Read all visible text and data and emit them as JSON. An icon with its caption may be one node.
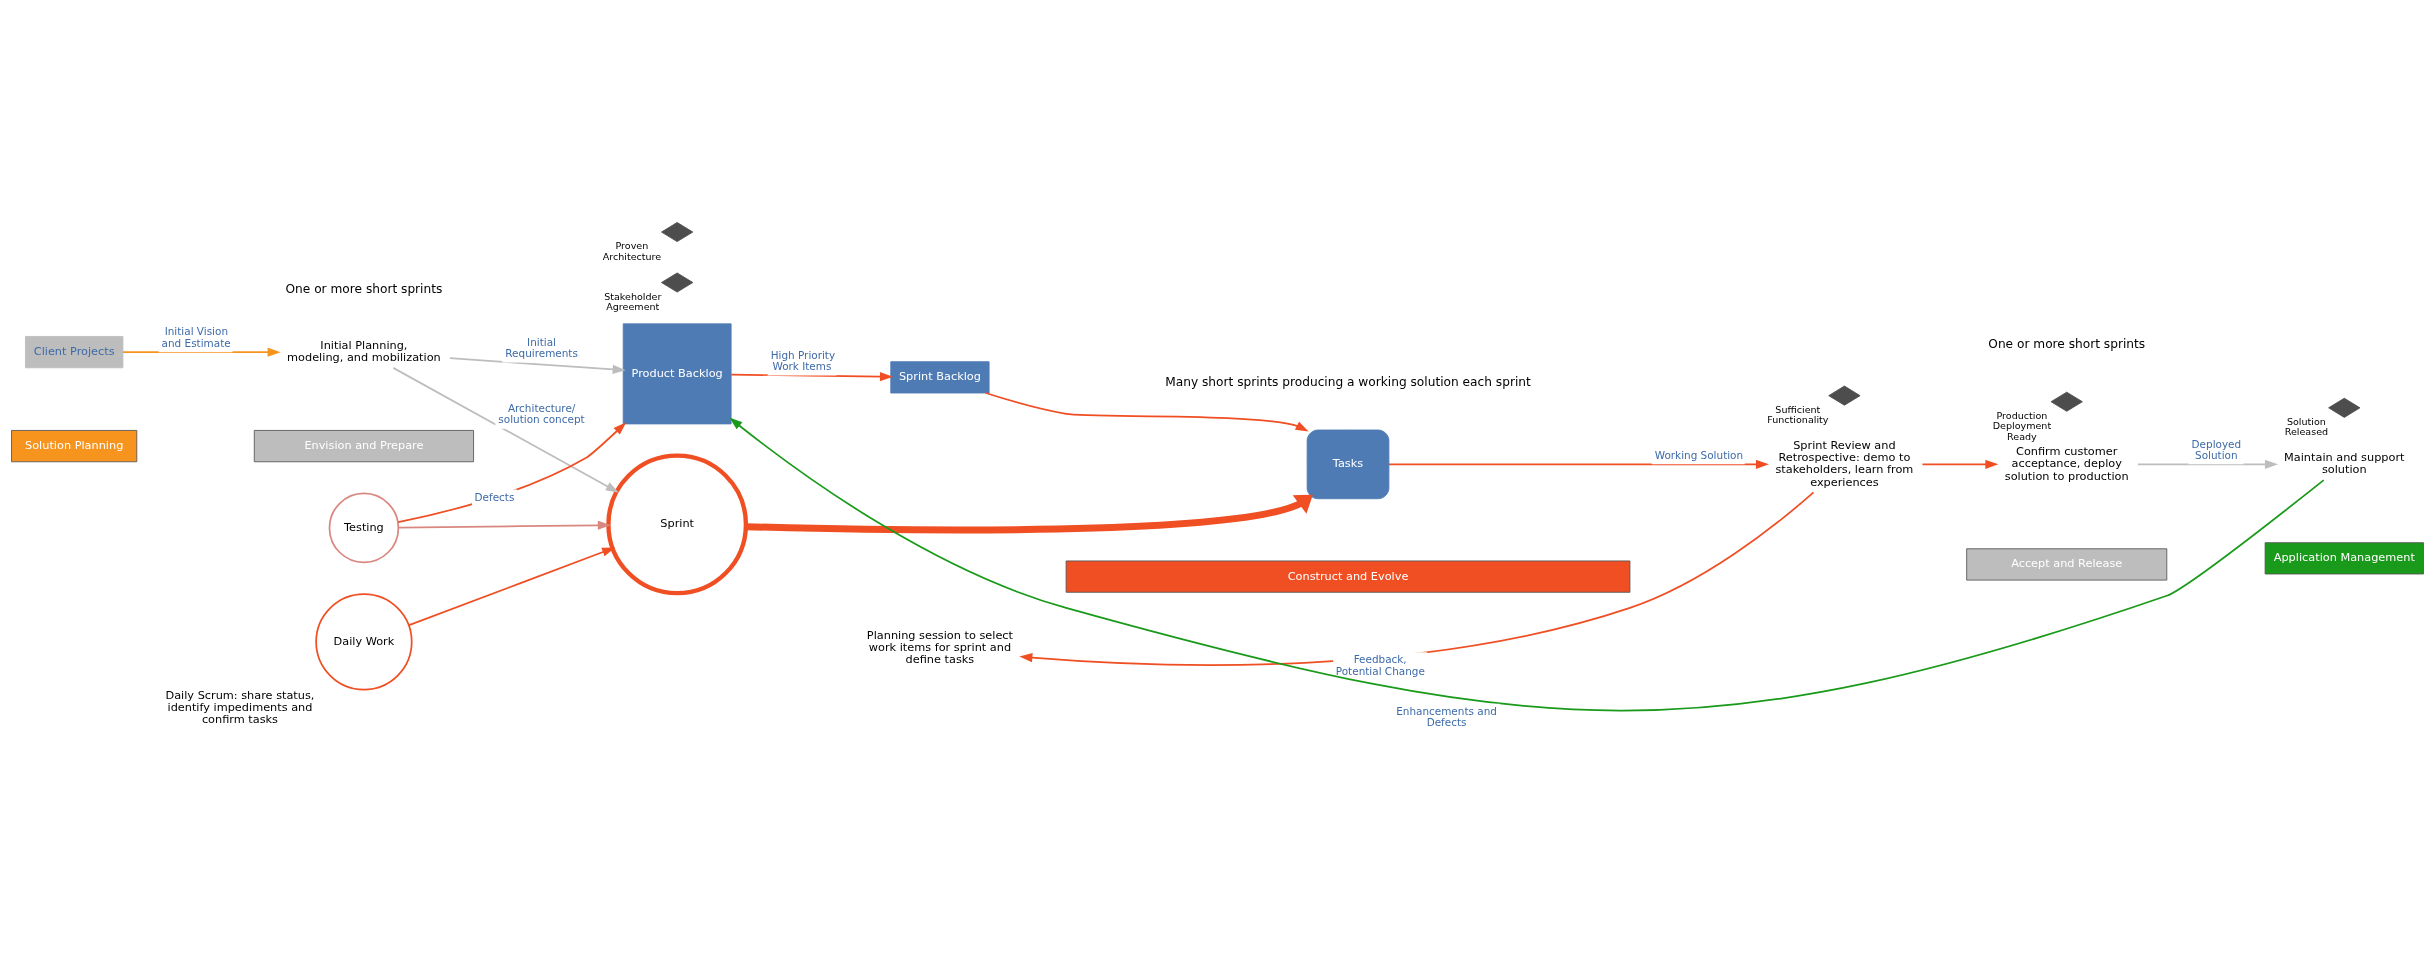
{
  "diagram": {
    "nodes": [
      {
        "text": [
          "Client Projects"
        ]
      },
      {
        "text": [
          "Initial Planning, modeling, and mobilization"
        ]
      },
      {
        "text": [
          "Product Backlog"
        ]
      },
      {
        "text": [
          "Sprint Backlog"
        ]
      },
      {
        "text": [
          "Tasks"
        ]
      },
      {
        "text": [
          "Sprint"
        ]
      },
      {
        "text": [
          "Testing"
        ]
      },
      {
        "text": [
          "Daily Work"
        ],
        "beside": [
          "Daily Scrum: share status, identify impediments and confirm tasks"
        ]
      },
      {
        "text": [
          "Sprint Review and Retrospective: demo to stakeholders, learn from experiences"
        ]
      },
      {
        "text": [
          "Planning session to select work items for sprint and define tasks"
        ]
      },
      {
        "text": [
          "Confirm customer acceptance, deploy solution to production"
        ]
      },
      {
        "text": [
          "Maintain and support solution"
        ]
      },
      {
        "text": [
          "Solution Planning"
        ]
      },
      {
        "text": [
          "Envision and Prepare"
        ]
      },
      {
        "text": [
          "Construct and Evolve"
        ]
      },
      {
        "text": [
          "Accept and Release"
        ]
      },
      {
        "text": [
          "Application Management"
        ]
      },
      {
        "text": [
          "Stakeholder Agreement"
        ]
      },
      {
        "text": [
          "Proven Architecture"
        ]
      },
      {
        "text": [
          "Sufficient Functionality"
        ]
      },
      {
        "text": [
          "Production Deployment Ready"
        ]
      },
      {
        "text": [
          "Solution Released"
        ]
      }
    ],
    "edges": [
      {
        "from": 0,
        "to": 1,
        "arrow": "to",
        "label": "Initial Vision and Estimate",
        "color": "#f7941d"
      },
      {
        "from": 1,
        "to": 2,
        "arrow": "to",
        "label": "Initial Requirements",
        "color": "#bdbdbd"
      },
      {
        "from": 1,
        "to": 5,
        "arrow": "to",
        "label": "Architecture/ solution concept",
        "color": "#bdbdbd"
      },
      {
        "from": 2,
        "to": 3,
        "arrow": "to",
        "label": "High Priority Work Items"
      },
      {
        "from": 3,
        "to": 4,
        "arrow": "to"
      },
      {
        "from": 5,
        "to": 4,
        "arrow": "to",
        "style": "thick"
      },
      {
        "from": 6,
        "to": 2,
        "arrow": "to",
        "label": "Defects"
      },
      {
        "from": 6,
        "to": 5,
        "arrow": "to",
        "color": "#d98880"
      },
      {
        "from": 7,
        "to": 5,
        "arrow": "to"
      },
      {
        "from": 4,
        "to": 8,
        "arrow": "to",
        "label": "Working Solution"
      },
      {
        "from": 8,
        "to": 9,
        "arrow": "to",
        "label": "Feedback, Potential Change"
      },
      {
        "from": 8,
        "to": 10,
        "arrow": "to"
      },
      {
        "from": 10,
        "to": 11,
        "arrow": "to",
        "label": "Deployed Solution",
        "color": "#bdbdbd"
      },
      {
        "from": 11,
        "to": 2,
        "arrow": "to",
        "label": "Enhancements and Defects",
        "color": "#1a9a1a"
      }
    ],
    "labels": [
      "One or more short sprints",
      "Many short sprints producing a working solution each sprint",
      "One or more short sprints"
    ]
  }
}
